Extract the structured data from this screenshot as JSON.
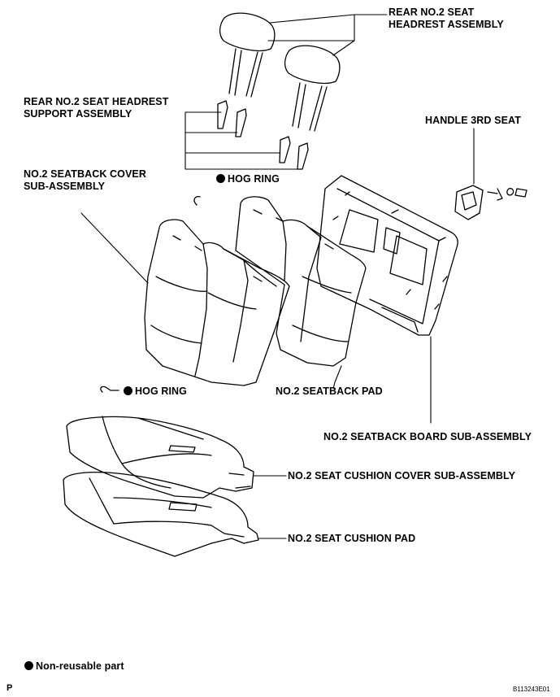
{
  "labels": {
    "headrest_assembly": [
      "REAR NO.2 SEAT",
      "HEADREST ASSEMBLY"
    ],
    "headrest_support": [
      "REAR NO.2 SEAT HEADREST",
      "SUPPORT ASSEMBLY"
    ],
    "handle_3rd_seat": "HANDLE 3RD SEAT",
    "seatback_cover": [
      "NO.2 SEATBACK COVER",
      "SUB-ASSEMBLY"
    ],
    "hog_ring_top": "HOG RING",
    "hog_ring_bottom": "HOG RING",
    "seatback_pad": "NO.2 SEATBACK PAD",
    "seatback_board": "NO.2 SEATBACK BOARD SUB-ASSEMBLY",
    "cushion_cover": "NO.2 SEAT CUSHION COVER SUB-ASSEMBLY",
    "cushion_pad": "NO.2 SEAT CUSHION PAD"
  },
  "legend": {
    "non_reusable": "Non-reusable part"
  },
  "footer": {
    "page_marker": "P",
    "figure_code": "B113243E01"
  }
}
